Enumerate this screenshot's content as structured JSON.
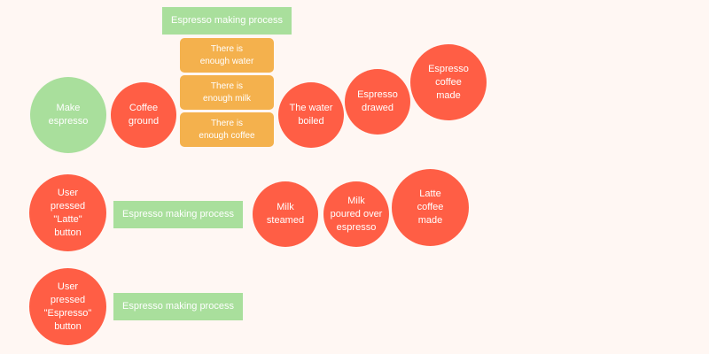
{
  "diagram": {
    "nodes": {
      "process_title": "Espresso making process",
      "make_espresso": "Make\nespresso",
      "coffee_ground": "Coffee\nground",
      "enough_water": "There is\nenough water",
      "enough_milk": "There is\nenough milk",
      "enough_coffee": "There is\nenough coffee",
      "water_boiled": "The water\nboiled",
      "espresso_drawed": "Espresso\ndrawed",
      "espresso_coffee_made": "Espresso\ncoffee\nmade",
      "user_pressed_latte": "User\npressed\n\"Latte\"\nbutton",
      "process_ref_latte": "Espresso making process",
      "milk_steamed": "Milk\nsteamed",
      "milk_poured": "Milk\npoured over\nespresso",
      "latte_coffee_made": "Latte\ncoffee\nmade",
      "user_pressed_espresso": "User\npressed\n\"Espresso\"\nbutton",
      "process_ref_espresso": "Espresso making process"
    },
    "colors": {
      "event": "#ff5e45",
      "start": "#a9df9c",
      "condition": "#f4b14d",
      "background": "#fff7f3"
    }
  }
}
